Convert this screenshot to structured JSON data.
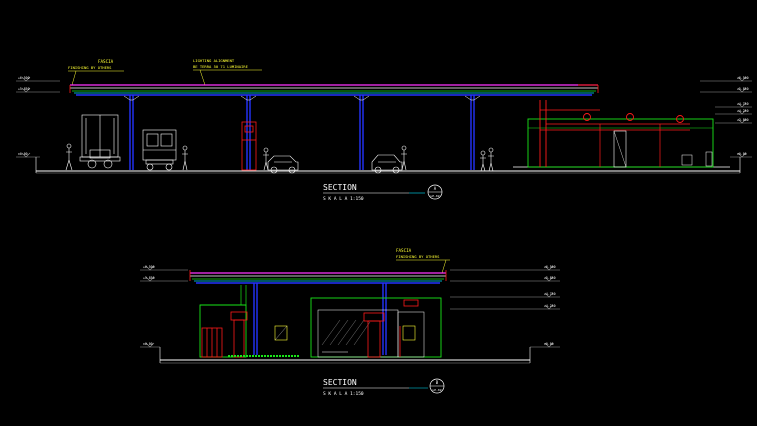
{
  "colors": {
    "background": "#000000",
    "white": "#ffffff",
    "cyan": "#00e5ff",
    "blue": "#2433ff",
    "red": "#ff1a1a",
    "green": "#19e619",
    "yellow": "#ffff33",
    "magenta": "#ff33ff",
    "gray": "#9a9a9a"
  },
  "section_top": {
    "title": "SECTION",
    "scale": "S K A L A   1:150",
    "bubble_letter": "A",
    "bubble_ref": "LP-02",
    "note_canopy_line1": "FASCIA",
    "note_canopy_line2": "FINISHING BY OTHERS",
    "note_lighting_line1": "LIGHTING ALIGNMENT",
    "note_lighting_line2": "BE TERRA 50 71 LUMINAIRE",
    "levels_left": [
      "+6.500",
      "+5.850",
      "±0.00"
    ],
    "levels_right": [
      "+6.500",
      "+5.850",
      "+4.750",
      "+4.250",
      "+3.800",
      "±0.00"
    ]
  },
  "section_bottom": {
    "title": "SECTION",
    "scale": "S K A L A   1:150",
    "bubble_letter": "B",
    "bubble_ref": "LP-02",
    "note_line1": "FASCIA",
    "note_line2": "FINISHING BY OTHERS",
    "levels_left": [
      "+6.500",
      "+5.850",
      "±0.00"
    ],
    "levels_right": [
      "+6.500",
      "+5.850",
      "+4.750",
      "+4.250",
      "±0.00"
    ]
  }
}
